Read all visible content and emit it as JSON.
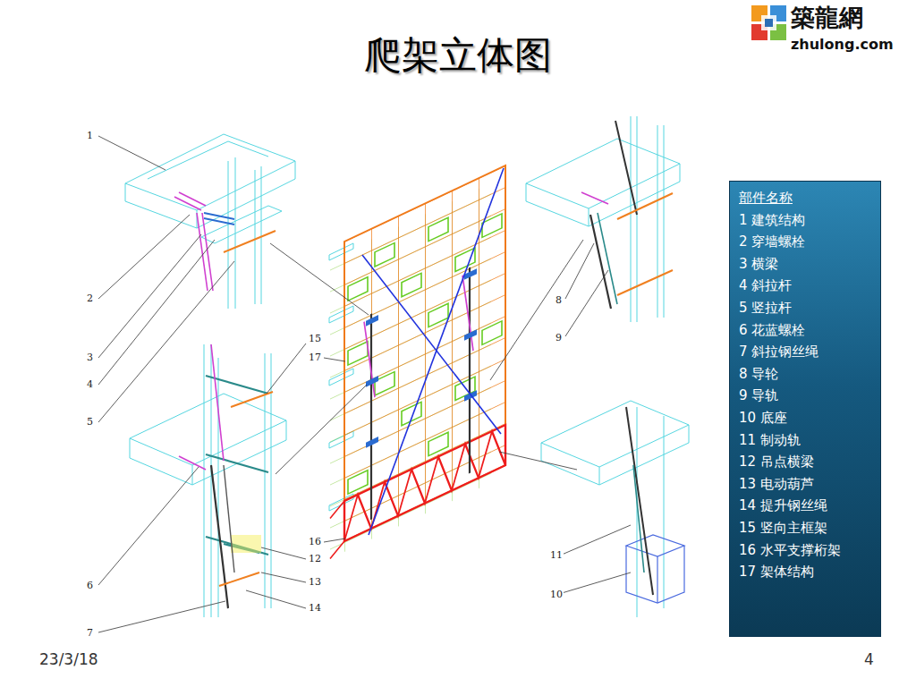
{
  "diagram": {
    "title": "爬架立体图",
    "nodes": [
      {
        "text": [
          "部件名称",
          "1 建筑结构",
          "2 穿墙螺栓",
          "3 横梁",
          "4 斜拉杆",
          "5 竖拉杆",
          "6 花蓝螺栓",
          "7 斜拉钢丝绳",
          "8 导轮",
          "9 导轨",
          "10 底座",
          "11 制动轨",
          "12 吊点横梁",
          "13 电动葫芦",
          "14 提升钢丝绳",
          "15 竖向主框架",
          "16 水平支撑桁架",
          "17 架体结构"
        ]
      }
    ],
    "labels": [
      "築龍網",
      "zhulong.com",
      "1",
      "2",
      "3",
      "4",
      "5",
      "15",
      "17",
      "6",
      "7",
      "16",
      "12",
      "13",
      "14",
      "8",
      "9",
      "11",
      "10",
      "23/3/18",
      "4"
    ]
  }
}
